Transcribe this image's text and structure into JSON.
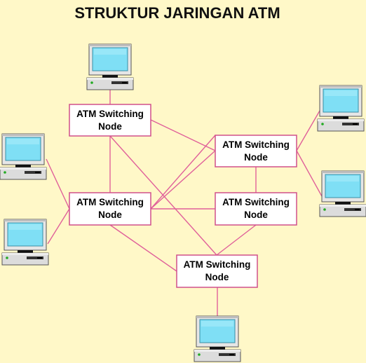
{
  "title": "STRUKTUR JARINGAN ATM",
  "colors": {
    "background": "#FFF8C8",
    "link": "#E0609A",
    "node_border": "#D0508A",
    "node_fill": "#FFFFFF",
    "screen": "#7FDFF5",
    "monitor_frame": "#E6E6E6",
    "case": "#DCDCDC",
    "power_led": "#22AA22"
  },
  "nodes": [
    {
      "id": "n1",
      "line1": "ATM Switching",
      "line2": "Node"
    },
    {
      "id": "n2",
      "line1": "ATM Switching",
      "line2": "Node"
    },
    {
      "id": "n3",
      "line1": "ATM Switching",
      "line2": "Node"
    },
    {
      "id": "n4",
      "line1": "ATM Switching",
      "line2": "Node"
    },
    {
      "id": "n5",
      "line1": "ATM Switching",
      "line2": "Node"
    }
  ],
  "computers": [
    {
      "id": "pc-top",
      "icon": "desktop-computer-icon"
    },
    {
      "id": "pc-left-upper",
      "icon": "desktop-computer-icon"
    },
    {
      "id": "pc-left-lower",
      "icon": "desktop-computer-icon"
    },
    {
      "id": "pc-right-upper",
      "icon": "desktop-computer-icon"
    },
    {
      "id": "pc-right-lower",
      "icon": "desktop-computer-icon"
    },
    {
      "id": "pc-bottom",
      "icon": "desktop-computer-icon"
    }
  ],
  "links": [
    [
      "n1",
      "n3"
    ],
    [
      "n1",
      "n2"
    ],
    [
      "n1",
      "n5"
    ],
    [
      "n2",
      "n3"
    ],
    [
      "n2",
      "n4"
    ],
    [
      "n2",
      "n5"
    ],
    [
      "n3",
      "n4"
    ],
    [
      "n3",
      "n5"
    ],
    [
      "n4",
      "n5"
    ],
    [
      "pc-top",
      "n1"
    ],
    [
      "pc-left-upper",
      "n2"
    ],
    [
      "pc-left-lower",
      "n2"
    ],
    [
      "pc-right-upper",
      "n3"
    ],
    [
      "pc-right-lower",
      "n3"
    ],
    [
      "pc-bottom",
      "n5"
    ]
  ]
}
